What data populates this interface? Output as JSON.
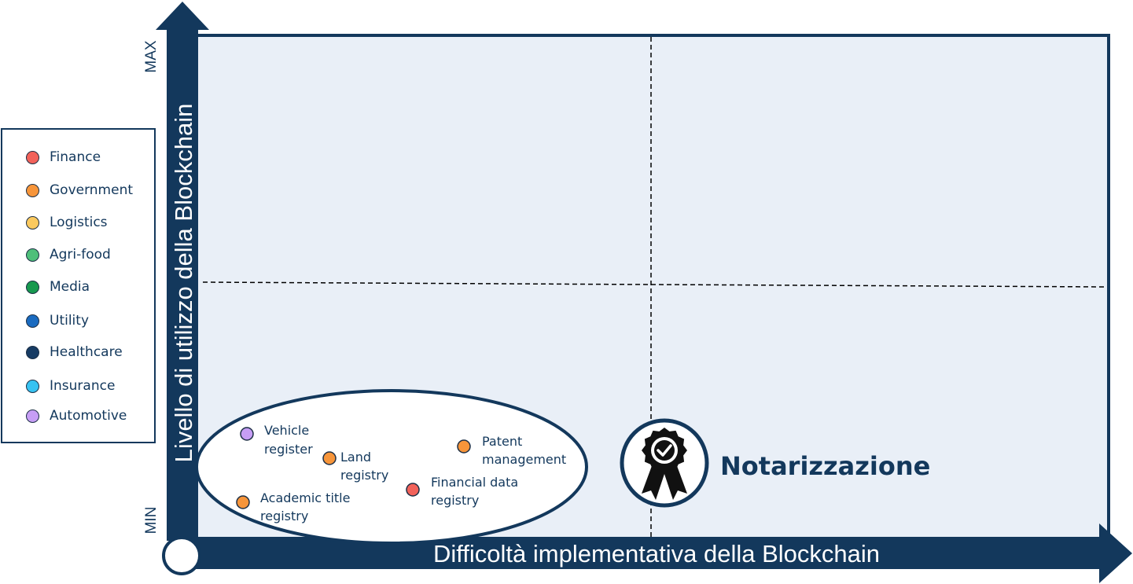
{
  "axes": {
    "y_title": "Livello di utilizzo della Blockchain",
    "x_title": "Difficoltà implementativa della Blockchain",
    "y_max": "MAX",
    "y_min": "MIN"
  },
  "legend": [
    {
      "label": "Finance",
      "color": "#f2625a"
    },
    {
      "label": "Government",
      "color": "#f7953a"
    },
    {
      "label": "Logistics",
      "color": "#fbc95e"
    },
    {
      "label": "Agri-food",
      "color": "#4fbf7a"
    },
    {
      "label": "Media",
      "color": "#17994f"
    },
    {
      "label": "Utility",
      "color": "#1a6bc0"
    },
    {
      "label": "Healthcare",
      "color": "#163b63"
    },
    {
      "label": "Insurance",
      "color": "#37c3f2"
    },
    {
      "label": "Automotive",
      "color": "#c79ef5"
    }
  ],
  "use_cases": [
    {
      "line1": "Vehicle",
      "line2": "register",
      "color": "#c79ef5"
    },
    {
      "line1": "Land",
      "line2": "registry",
      "color": "#f7953a"
    },
    {
      "line1": "Patent",
      "line2": "management",
      "color": "#f7953a"
    },
    {
      "line1": "Financial data",
      "line2": "registry",
      "color": "#f2625a"
    },
    {
      "line1": "Academic title",
      "line2": "registry",
      "color": "#f7953a"
    }
  ],
  "highlight": {
    "label": "Notarizzazione",
    "icon": "award-badge-icon"
  },
  "colors": {
    "navy": "#13385c",
    "plot_fill": "#e9eff7"
  }
}
